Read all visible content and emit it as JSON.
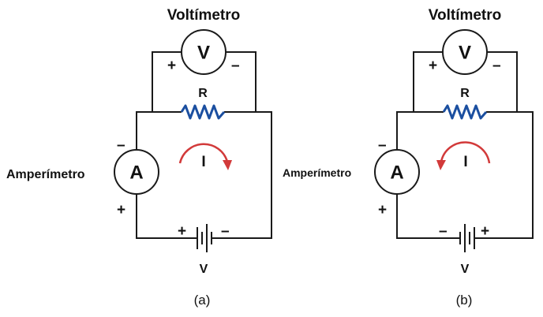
{
  "colors": {
    "wire": "#1a1a1a",
    "resistor": "#1b4fa0",
    "current_arrow": "#d23a3a"
  },
  "panel_a": {
    "voltmeter_title": "Voltímetro",
    "voltmeter_symbol": "V",
    "voltmeter_plus": "+",
    "voltmeter_minus": "–",
    "resistor_label": "R",
    "ammeter_title": "Amperímetro",
    "ammeter_symbol": "A",
    "ammeter_top_sign": "–",
    "ammeter_bottom_sign": "+",
    "current_label": "I",
    "current_direction": "clockwise",
    "battery_left_sign": "+",
    "battery_right_sign": "–",
    "battery_label": "V",
    "caption": "(a)"
  },
  "panel_b": {
    "voltmeter_title": "Voltímetro",
    "voltmeter_symbol": "V",
    "voltmeter_plus": "+",
    "voltmeter_minus": "–",
    "resistor_label": "R",
    "ammeter_title": "Amperímetro",
    "ammeter_symbol": "A",
    "ammeter_top_sign": "–",
    "ammeter_bottom_sign": "+",
    "current_label": "I",
    "current_direction": "counterclockwise",
    "battery_left_sign": "–",
    "battery_right_sign": "+",
    "battery_label": "V",
    "caption": "(b)"
  }
}
